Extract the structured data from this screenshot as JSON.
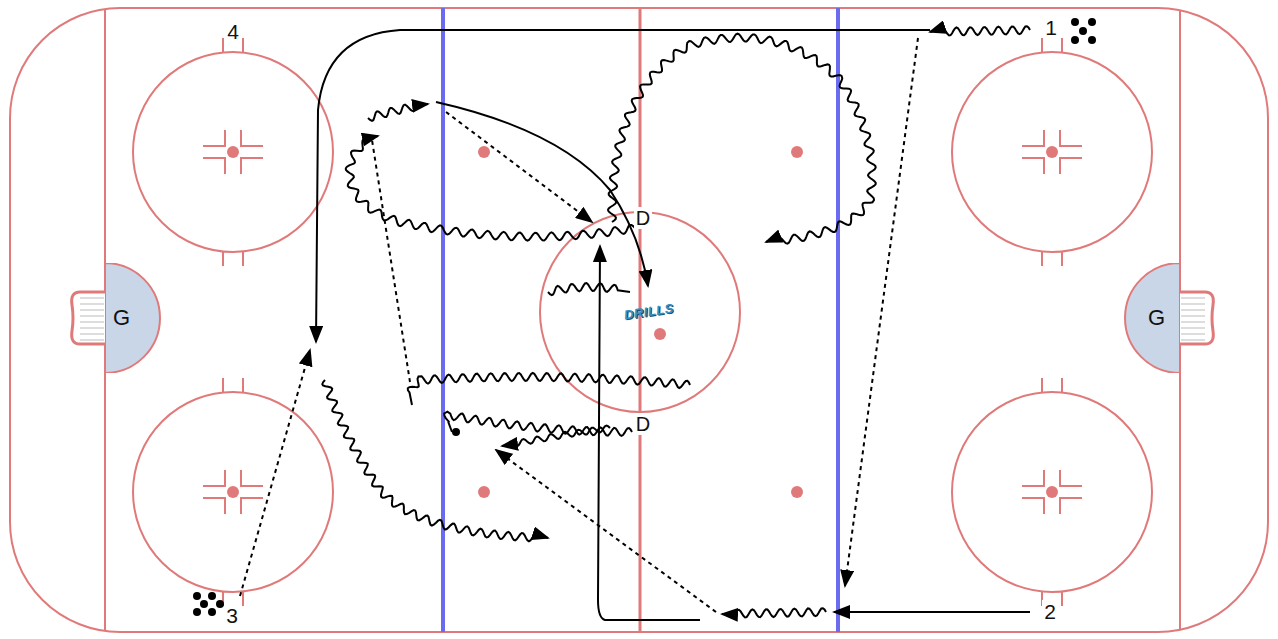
{
  "diagram": {
    "nodes": [
      {
        "text": [
          "G"
        ]
      },
      {
        "text": [
          "G"
        ]
      }
    ],
    "labels": [
      "4",
      "1",
      "2",
      "3",
      "D",
      "D",
      "DRILLS"
    ]
  }
}
